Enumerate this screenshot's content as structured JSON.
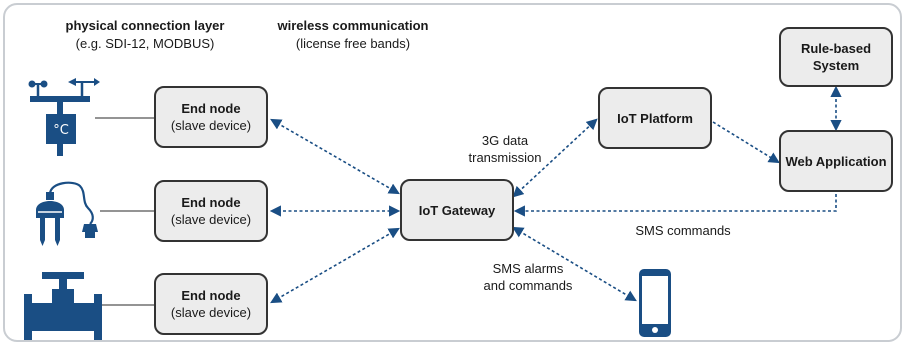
{
  "headers": {
    "physical": {
      "title": "physical connection layer",
      "subtitle": "(e.g. SDI-12, MODBUS)"
    },
    "wireless": {
      "title": "wireless communication",
      "subtitle": "(license free bands)"
    }
  },
  "nodes": {
    "end_node_1": {
      "title": "End node",
      "subtitle": "(slave device)"
    },
    "end_node_2": {
      "title": "End node",
      "subtitle": "(slave device)"
    },
    "end_node_3": {
      "title": "End node",
      "subtitle": "(slave device)"
    },
    "gateway": {
      "title": "IoT Gateway"
    },
    "platform": {
      "title": "IoT Platform"
    },
    "rule_system": {
      "title": "Rule-based System"
    },
    "web_app": {
      "title": "Web Application"
    }
  },
  "edge_labels": {
    "data_3g_line1": "3G data",
    "data_3g_line2": "transmission",
    "sms_commands": "SMS commands",
    "sms_alarms_line1": "SMS alarms",
    "sms_alarms_line2": "and commands"
  },
  "icons": {
    "weather_station": "weather-station-icon",
    "soil_sensor": "soil-moisture-sensor-icon",
    "valve": "water-valve-icon",
    "phone": "smartphone-icon"
  },
  "colors": {
    "icon": "#1a4e84",
    "arrow": "#1a4e84",
    "node_fill": "#ececec",
    "node_border": "#333333",
    "frame": "#c9cdd2"
  }
}
